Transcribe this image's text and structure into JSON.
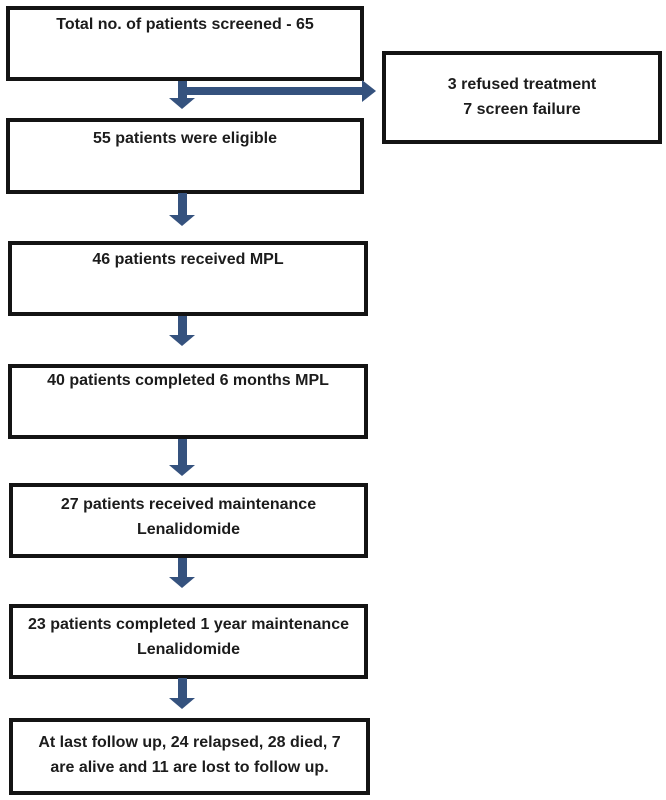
{
  "colors": {
    "arrow": "#35527e",
    "border": "#141414",
    "background": "#ffffff",
    "text": "#1c1c1c"
  },
  "flowchart": {
    "screened": {
      "line1": "Total no. of patients screened - 65"
    },
    "excluded": {
      "line1": "3 refused treatment",
      "line2": "7 screen failure"
    },
    "eligible": {
      "line1": "55 patients were eligible"
    },
    "received_mpl": {
      "line1": "46 patients received MPL"
    },
    "completed_mpl": {
      "line1": "40 patients completed 6 months MPL"
    },
    "maintenance": {
      "line1": "27 patients received maintenance",
      "line2": "Lenalidomide"
    },
    "completed_maintenance": {
      "line1": "23 patients completed 1 year maintenance",
      "line2": "Lenalidomide"
    },
    "followup": {
      "line1": "At last follow up, 24 relapsed, 28 died, 7",
      "line2": "are alive and 11 are lost to follow up."
    }
  }
}
